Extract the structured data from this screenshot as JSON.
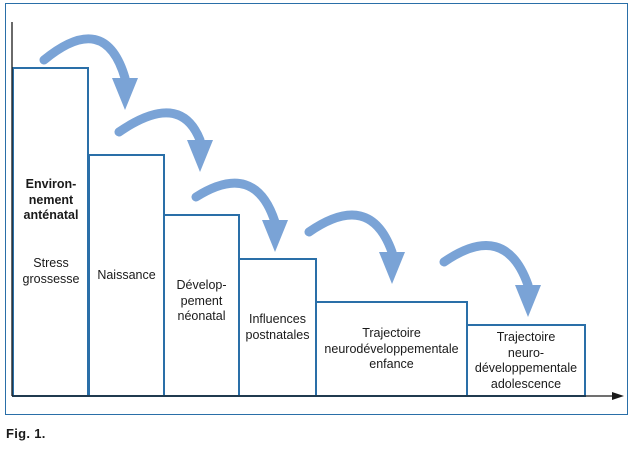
{
  "colors": {
    "frame": "#2a6fa8",
    "box_border": "#2a6fa8",
    "arrow": "#7aa3d6",
    "axis": "#1a1a1a"
  },
  "stages": [
    {
      "heading": "Environ-\nnement\nanténatal",
      "label": "Stress\ngrossesse"
    },
    {
      "label": "Naissance"
    },
    {
      "label": "Dévelop-\npement\nnéonatal"
    },
    {
      "label": "Influences\npostnatales"
    },
    {
      "label": "Trajectoire\nneurodéveloppementale\nenfance"
    },
    {
      "label": "Trajectoire\nneuro-\ndéveloppementale\nadolescence"
    }
  ],
  "caption": "Fig. 1."
}
